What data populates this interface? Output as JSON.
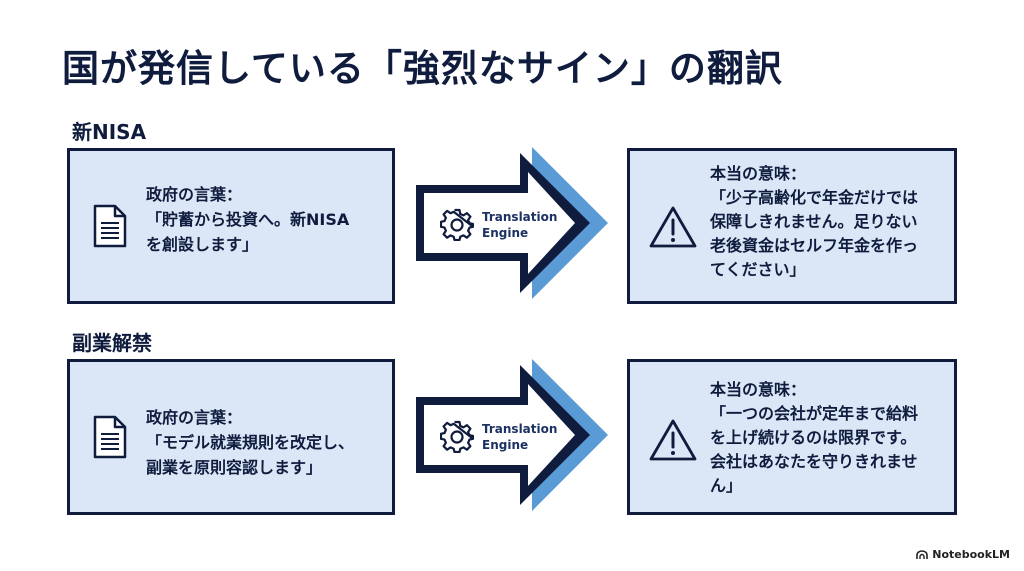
{
  "slide": {
    "title": "国が発信している「強烈なサイン」の翻訳",
    "sections": [
      {
        "label": "新NISA",
        "left_lines": [
          "政府の言葉：",
          "「貯蓄から投資へ。新NISA",
          "を創設します」"
        ],
        "engine_lines": [
          "Translation",
          "Engine"
        ],
        "right_lines": [
          "本当の意味：",
          "「少子高齢化で年金だけでは",
          "保障しきれません。足りない",
          "老後資金はセルフ年金を作っ",
          "てください」"
        ]
      },
      {
        "label": "副業解禁",
        "left_lines": [
          "政府の言葉：",
          "「モデル就業規則を改定し、",
          "副業を原則容認します」"
        ],
        "engine_lines": [
          "Translation",
          "Engine"
        ],
        "right_lines": [
          "本当の意味：",
          "「一つの会社が定年まで給料",
          "を上げ続けるのは限界です。",
          "会社はあなたを守りきれませ",
          "ん」"
        ]
      }
    ],
    "brand": "NotebookLM",
    "icons": [
      "document-icon",
      "gear-icon",
      "warning-icon",
      "notebooklm-logo-icon"
    ],
    "colors": {
      "navy": "#0f1c3d",
      "box_fill": "#dbe7f6",
      "arrow_accent": "#5b9bd5"
    }
  }
}
